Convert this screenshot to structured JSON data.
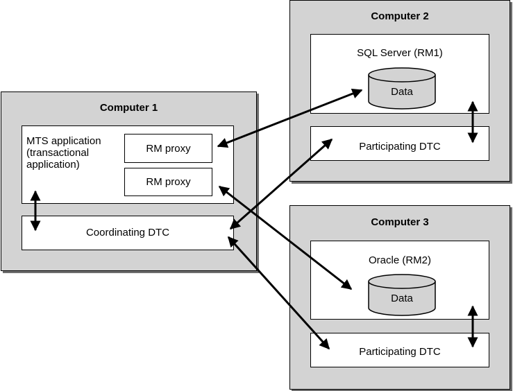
{
  "computer1": {
    "title": "Computer 1",
    "app_lines": [
      "MTS application",
      "(transactional",
      "application)"
    ],
    "proxy_labels": [
      "RM proxy",
      "RM proxy"
    ],
    "dtc_label": "Coordinating DTC"
  },
  "computer2": {
    "title": "Computer 2",
    "rm_label": "SQL Server (RM1)",
    "db_label": "Data",
    "dtc_label": "Participating DTC"
  },
  "computer3": {
    "title": "Computer 3",
    "rm_label": "Oracle (RM2)",
    "db_label": "Data",
    "dtc_label": "Participating DTC"
  }
}
